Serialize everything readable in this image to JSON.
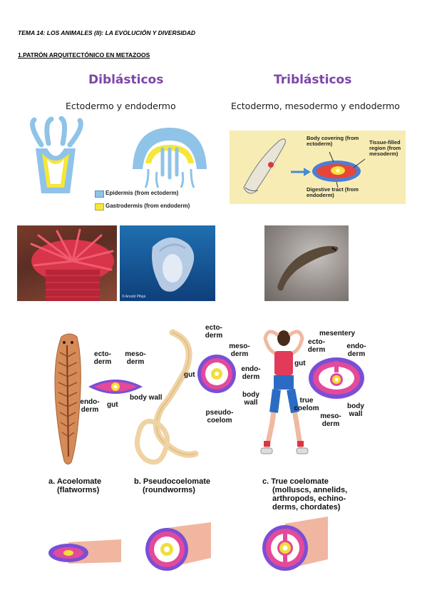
{
  "header": {
    "title": "TEMA 14: LOS ANIMALES (II): LA EVOLUCIÓN Y DIVERSIDAD",
    "section": "1.PATRÓN ARQUITECTÓNICO EN METAZOOS"
  },
  "diblasticos": {
    "title": "Diblásticos",
    "subtitle": "Ectodermo y endodermo",
    "legend": [
      {
        "label": "Epidermis (from ectoderm)",
        "color": "#8fc3e8"
      },
      {
        "label": "Gastrodermis (from endoderm)",
        "color": "#f5e63a"
      }
    ]
  },
  "triblasticos": {
    "title": "Triblásticos",
    "subtitle": "Ectodermo, mesodermo y endodermo",
    "labels": {
      "body_covering": "Body covering (from ectoderm)",
      "tissue_filled": "Tissue-filled region (from mesoderm)",
      "digestive": "Digestive tract (from endoderm)"
    }
  },
  "photos": {
    "jellyfish_credit": "© Arnold Pflejá"
  },
  "body_plans": {
    "acoelomate": {
      "labels": [
        "ecto-derm",
        "meso-derm",
        "endo-derm",
        "gut",
        "body wall"
      ],
      "caption": [
        "a. Acoelomate",
        "(flatworms)"
      ]
    },
    "pseudocoelomate": {
      "labels": [
        "ecto-derm",
        "meso-derm",
        "endo-derm",
        "gut",
        "body wall",
        "pseudo-coelom"
      ],
      "caption": [
        "b. Pseudocoelomate",
        "(roundworms)"
      ]
    },
    "coelomate": {
      "labels": [
        "mesentery",
        "ecto-derm",
        "endo-derm",
        "gut",
        "true coelom",
        "meso-derm",
        "body wall"
      ],
      "caption": [
        "c. True coelomate",
        "(molluscs, annelids,",
        "arthropods, echino-",
        "derms, chordates)"
      ]
    }
  },
  "colors": {
    "accent_purple": "#7d45a8",
    "ectoderm_blue": "#6f5bd6",
    "mesoderm_pink": "#d63a8a",
    "endoderm_yellow": "#f2de3a",
    "panel_bg": "#f7ecb4"
  }
}
